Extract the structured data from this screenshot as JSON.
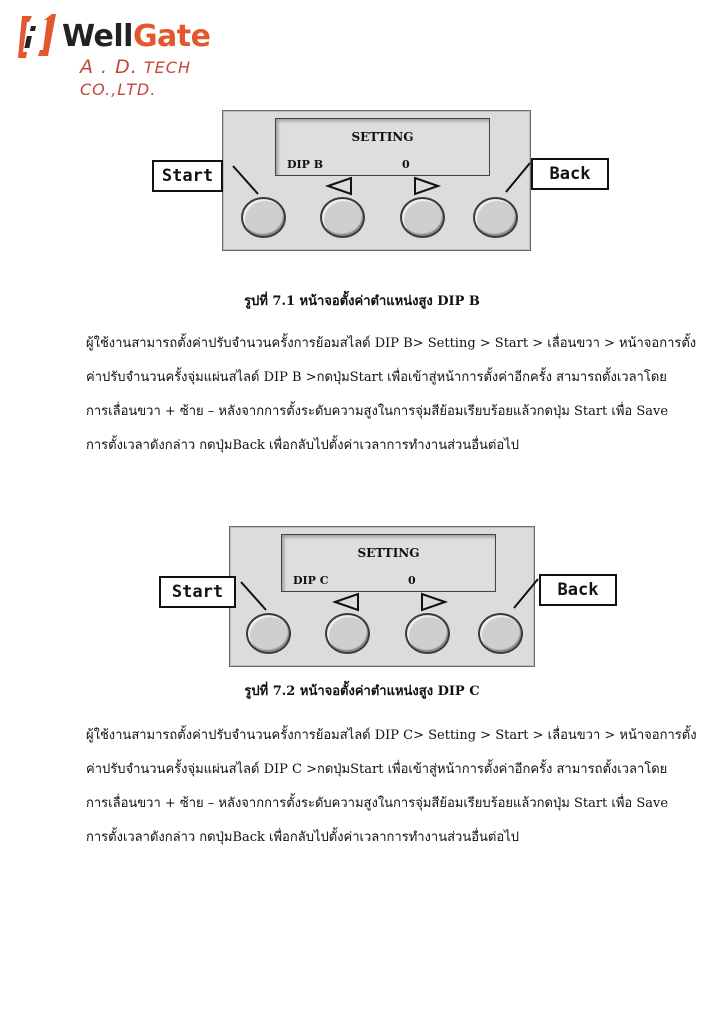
{
  "logo": {
    "icon": "bracket-logo-icon",
    "name_part1": "Well",
    "name_part2": "Gate",
    "sub_ad": "A . D.",
    "sub_rest": " TECH CO.,LTD."
  },
  "figures": [
    {
      "screen_title": "SETTING",
      "screen_item": "DIP B",
      "screen_value": "0",
      "label_start": "Start",
      "label_back": "Back",
      "caption": "รูปที่ 7.1 หน้าจอตั้งค่าตำแหน่งสูง DIP B"
    },
    {
      "screen_title": "SETTING",
      "screen_item": "DIP C",
      "screen_value": "0",
      "label_start": "Start",
      "label_back": "Back",
      "caption": "รูปที่ 7.2 หน้าจอตั้งค่าตำแหน่งสูง DIP C"
    }
  ],
  "paragraphs": [
    [
      "ผู้ใช้งานสามารถตั้งค่าปรับจำนวนครั้งการย้อมสไลด์ DIP B> Setting > Start > เลื่อนขวา > หน้าจอการตั้ง",
      "ค่าปรับจำนวนครั้งจุ่มแผ่นสไลด์ DIP B >กดปุ่มStart เพื่อเข้าสู่หน้าการตั้งค่าอีกครั้ง สามารถตั้งเวลาโดย",
      "การเลื่อนขวา + ซ้าย – หลังจากการตั้งระดับความสูงในการจุ่มสีย้อมเรียบร้อยแล้วกดปุ่ม Start เพื่อ Save",
      "การตั้งเวลาดังกล่าว กดปุ่มBack เพื่อกลับไปตั้งค่าเวลาการทำงานส่วนอื่นต่อไป"
    ],
    [
      "ผู้ใช้งานสามารถตั้งค่าปรับจำนวนครั้งการย้อมสไลด์ DIP C> Setting > Start > เลื่อนขวา > หน้าจอการตั้ง",
      "ค่าปรับจำนวนครั้งจุ่มแผ่นสไลด์ DIP C >กดปุ่มStart เพื่อเข้าสู่หน้าการตั้งค่าอีกครั้ง สามารถตั้งเวลาโดย",
      "การเลื่อนขวา + ซ้าย – หลังจากการตั้งระดับความสูงในการจุ่มสีย้อมเรียบร้อยแล้วกดปุ่ม Start เพื่อ Save",
      "การตั้งเวลาดังกล่าว กดปุ่มBack เพื่อกลับไปตั้งค่าเวลาการทำงานส่วนอื่นต่อไป"
    ]
  ]
}
